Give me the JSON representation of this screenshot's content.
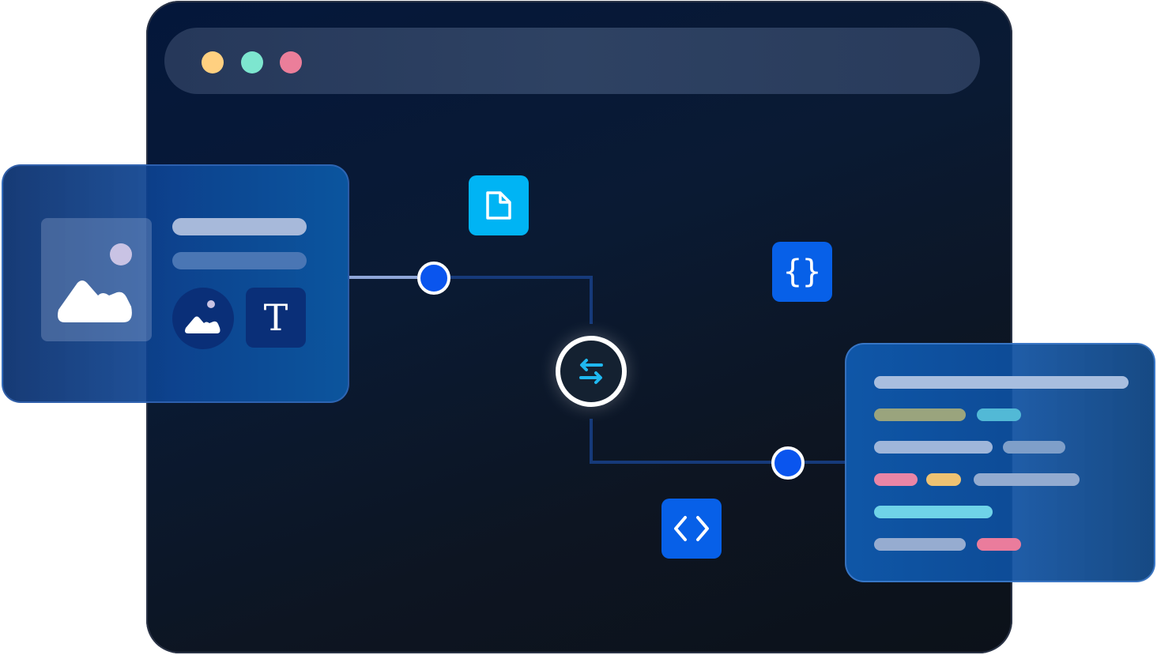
{
  "window": {
    "controls": [
      {
        "name": "minimize",
        "color": "#ffd080"
      },
      {
        "name": "maximize",
        "color": "#7de6cf"
      },
      {
        "name": "close",
        "color": "#eb7e9a"
      }
    ]
  },
  "left_card": {
    "image_icon": "image-mountain-icon",
    "text_tool_label": "T",
    "image_tool_icon": "image-mountain-icon"
  },
  "flow": {
    "hub_icon": "sync-arrows-icon",
    "file_icon": "file-icon",
    "json_label": "{}",
    "code_icon": "code-brackets-icon"
  },
  "code_card": {
    "colors": {
      "gray": "#b4c6e4",
      "olive": "#a9a776",
      "teal": "#5ec6dc",
      "pink": "#f07fa2",
      "yellow": "#f2c56a",
      "cyan": "#6fd9ec"
    }
  }
}
